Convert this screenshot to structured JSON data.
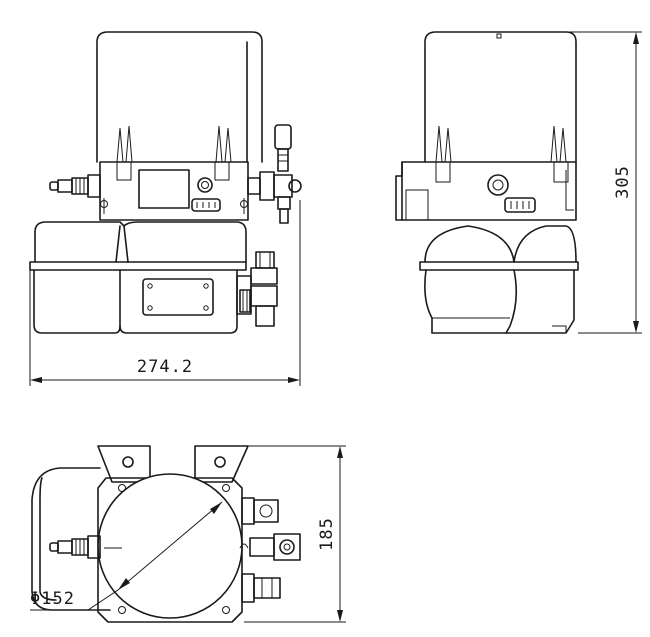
{
  "drawing": {
    "dimensions": {
      "width_label": "274.2",
      "height_label": "305",
      "depth_label": "185",
      "diameter_label": "Φ152"
    },
    "line_color": "#1a1a1a",
    "background": "#ffffff"
  }
}
